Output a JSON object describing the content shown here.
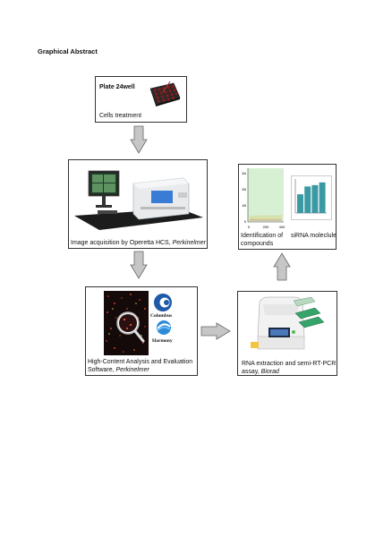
{
  "title": "Graphical Abstract",
  "boxes": {
    "plate": {
      "label": "Plate 24well",
      "caption": "Cells treatment"
    },
    "acquisition": {
      "caption_prefix": "Image acquisition  by Operetta HCS, ",
      "caption_italic": "Perkinelmer"
    },
    "identification": {
      "caption_left": "Identification of compounds",
      "caption_right": "siRNA moleclule"
    },
    "analysis": {
      "caption_line1": "High-Content Analysis and Evaluation",
      "caption_line2_prefix": "Software, ",
      "caption_line2_italic": "Perkinelmer",
      "logo_columbus": "Columbus",
      "logo_harmony": "Harmony"
    },
    "rna": {
      "caption_line1": "RNA extraction and semi-RT-PCR",
      "caption_line2_prefix": "assay, ",
      "caption_line2_italic": "Biorad"
    }
  },
  "mini_line_chart": {
    "ytick_labels": [
      "3A",
      "2B",
      "1B",
      "0"
    ],
    "xtick_labels": [
      "0",
      "200",
      "400"
    ]
  },
  "mini_bar_chart": {
    "bar_values": [
      0.55,
      0.78,
      0.82,
      0.9
    ]
  },
  "colors": {
    "arrow_fill": "#c6c6c6",
    "arrow_stroke": "#666666",
    "teal": "#3a99a3",
    "green_bg": "#d7f0d3"
  }
}
